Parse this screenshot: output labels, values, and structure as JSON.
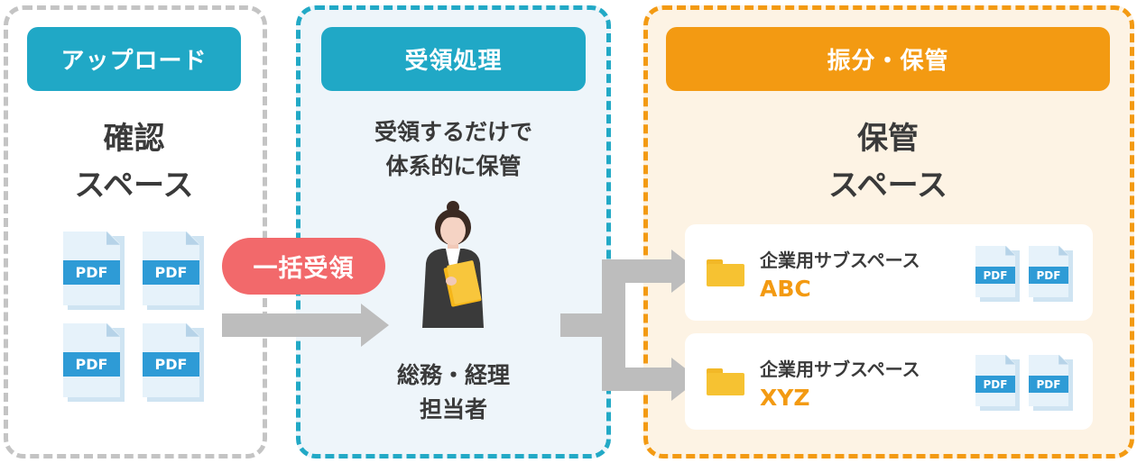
{
  "steps": [
    {
      "header": "アップロード",
      "title_lines": [
        "確認",
        "スペース"
      ]
    },
    {
      "header": "受領処理",
      "desc_lines": [
        "受領するだけで",
        "体系的に保管"
      ],
      "role_lines": [
        "総務・経理",
        "担当者"
      ]
    },
    {
      "header": "振分・保管",
      "title_lines": [
        "保管",
        "スペース"
      ]
    }
  ],
  "action_label": "一括受領",
  "pdf_label": "PDF",
  "subspaces": [
    {
      "label": "企業用サブスペース",
      "code": "ABC"
    },
    {
      "label": "企業用サブスペース",
      "code": "XYZ"
    }
  ],
  "colors": {
    "upload": "#c4c4c4",
    "receive": "#22a9c6",
    "store": "#f39a12",
    "action": "#f2696b",
    "arrow": "#bdbdbd",
    "pdf": "#2e9bd6"
  },
  "icons": [
    "document-pdf-icon",
    "folder-icon",
    "office-worker-icon",
    "arrow-icon"
  ]
}
